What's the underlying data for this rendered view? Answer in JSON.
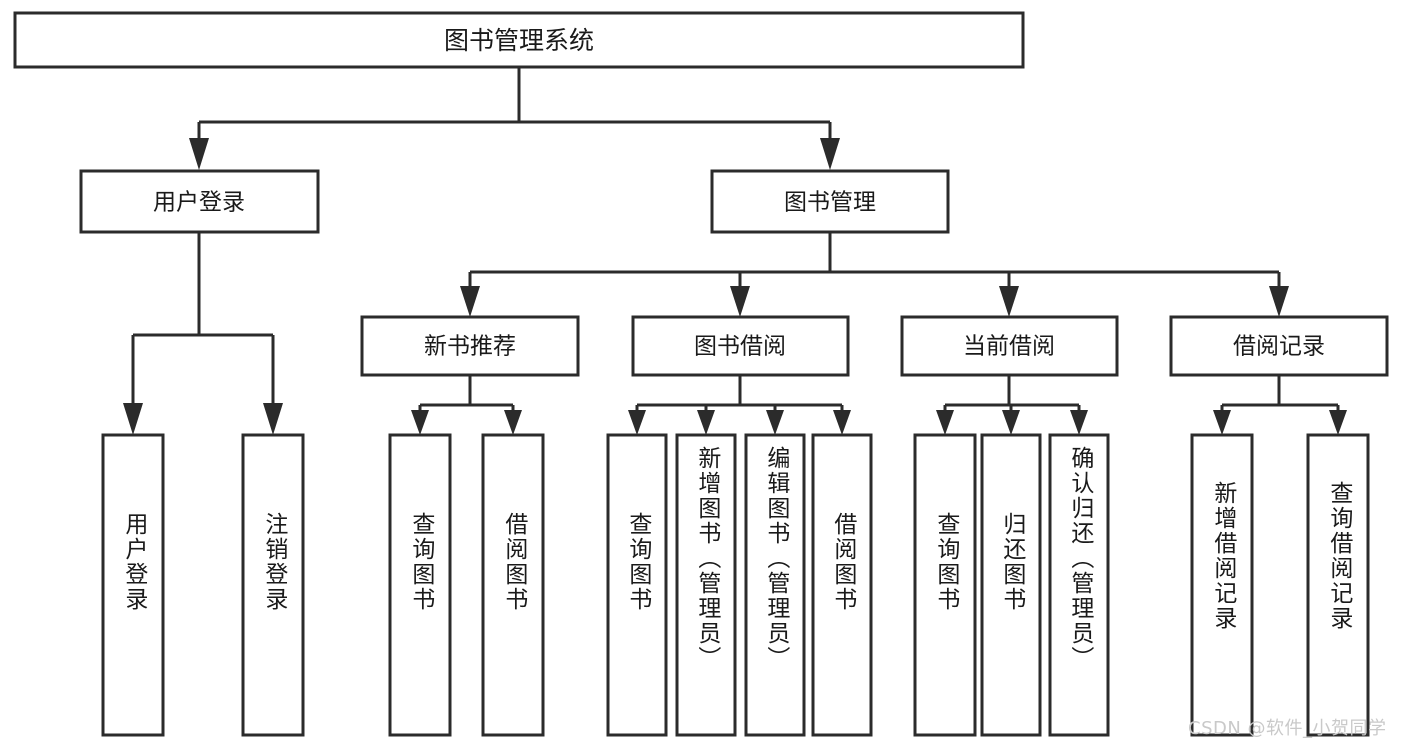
{
  "diagram": {
    "title": "图书管理系统",
    "watermark": "CSDN @软件_小贺同学",
    "colors": {
      "stroke": "#2b2b2b",
      "fill": "#ffffff",
      "text": "#1a1a1a",
      "watermark": "#c9c9c9",
      "background": "#ffffff"
    },
    "root": {
      "label": "图书管理系统"
    },
    "level2": [
      {
        "label": "用户登录"
      },
      {
        "label": "图书管理"
      }
    ],
    "level3": [
      {
        "label": "新书推荐"
      },
      {
        "label": "图书借阅"
      },
      {
        "label": "当前借阅"
      },
      {
        "label": "借阅记录"
      }
    ],
    "leaves": {
      "user_login": [
        {
          "label": "用户登录"
        },
        {
          "label": "注销登录"
        }
      ],
      "new_book_recommend": [
        {
          "label": "查询图书"
        },
        {
          "label": "借阅图书"
        }
      ],
      "book_borrow": [
        {
          "label": "查询图书"
        },
        {
          "label": "新增图书（管理员）"
        },
        {
          "label": "编辑图书（管理员）"
        },
        {
          "label": "借阅图书"
        }
      ],
      "current_borrow": [
        {
          "label": "查询图书"
        },
        {
          "label": "归还图书"
        },
        {
          "label": "确认归还（管理员）"
        }
      ],
      "borrow_record": [
        {
          "label": "新增借阅记录"
        },
        {
          "label": "查询借阅记录"
        }
      ]
    }
  }
}
